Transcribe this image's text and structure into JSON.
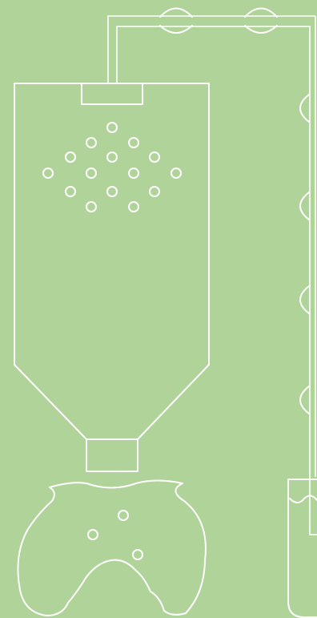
{
  "colors": {
    "background": "#b0d39a",
    "line": "#ffffff"
  },
  "illustration": {
    "components": [
      "feed-tube",
      "tube-clamps",
      "hopper-tank",
      "bubbles",
      "funnel-neck",
      "organic-blob",
      "collection-cup"
    ]
  }
}
